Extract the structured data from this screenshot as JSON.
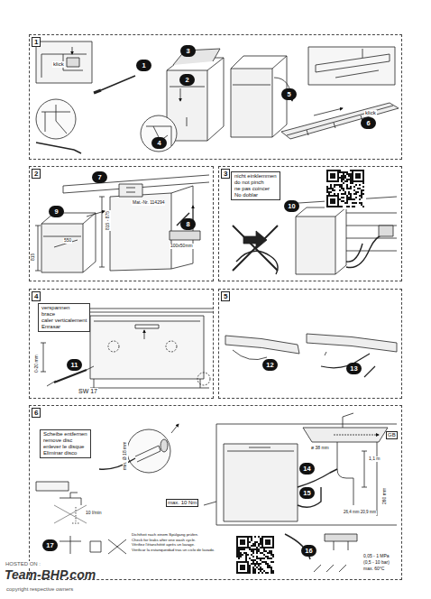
{
  "diagram": {
    "nodes": [
      {
        "text": [
          "1"
        ]
      },
      {
        "text": [
          "1"
        ],
        "in": 0
      },
      {
        "text": [
          "2"
        ],
        "in": 0
      },
      {
        "text": [
          "3"
        ],
        "in": 0
      },
      {
        "text": [
          "4"
        ],
        "in": 0
      },
      {
        "text": [
          "5"
        ],
        "in": 0
      },
      {
        "text": [
          "6"
        ],
        "in": 0
      },
      {
        "text": [
          "2"
        ]
      },
      {
        "text": [
          "7"
        ],
        "in": 7
      },
      {
        "text": [
          "8"
        ],
        "in": 7
      },
      {
        "text": [
          "9"
        ],
        "in": 7
      },
      {
        "text": [
          "3"
        ]
      },
      {
        "text": [
          "nicht einklemmen",
          "do not pinch",
          "ne pas coincer",
          "No doblar"
        ],
        "in": 11
      },
      {
        "text": [
          "10"
        ],
        "in": 11
      },
      {
        "text": [
          "4"
        ]
      },
      {
        "text": [
          "verspannen",
          "brace",
          "caler verticalement",
          "Enrasar"
        ],
        "in": 14
      },
      {
        "text": [
          "11"
        ],
        "in": 14
      },
      {
        "text": [
          "5"
        ]
      },
      {
        "text": [
          "12"
        ],
        "in": 17
      },
      {
        "text": [
          "13"
        ],
        "in": 17
      },
      {
        "text": [
          "6"
        ]
      },
      {
        "text": [
          "Scheibe entfernen",
          "remove disc",
          "enlever le disque",
          "Eliminar disco"
        ],
        "in": 20
      },
      {
        "text": [
          "14"
        ],
        "in": 20
      },
      {
        "text": [
          "15"
        ],
        "in": 20
      },
      {
        "text": [
          "16"
        ],
        "in": 20
      },
      {
        "text": [
          "17"
        ],
        "in": 20
      },
      {
        "text": [
          "Dichtheit nach einem Spülgang prüfen.",
          "Check for leaks after one wash cycle.",
          "Vérifiez l'étanchéité après un lavage.",
          "Verificar la estanqueidad tras un ciclo de lavado."
        ],
        "in": 20
      }
    ],
    "labels": [
      "klick",
      "klick",
      "Mat.-Nr. 114294",
      "550",
      "815 - 875",
      "815",
      "100x50mm",
      "0-20 mm",
      "SW 17",
      "min. Ø 18 mm",
      "max. 10 Nm",
      "10 l/min",
      "GB",
      "ø 38 mm",
      "1,1 m",
      "260 mm",
      "26,4 mm 20,9 mm",
      "0,05 - 1 MPa",
      "(0,5 - 10 bar)",
      "max. 60°C",
      "HOSTED ON :",
      "Team-BHP.com",
      "copyright respective owners"
    ]
  }
}
